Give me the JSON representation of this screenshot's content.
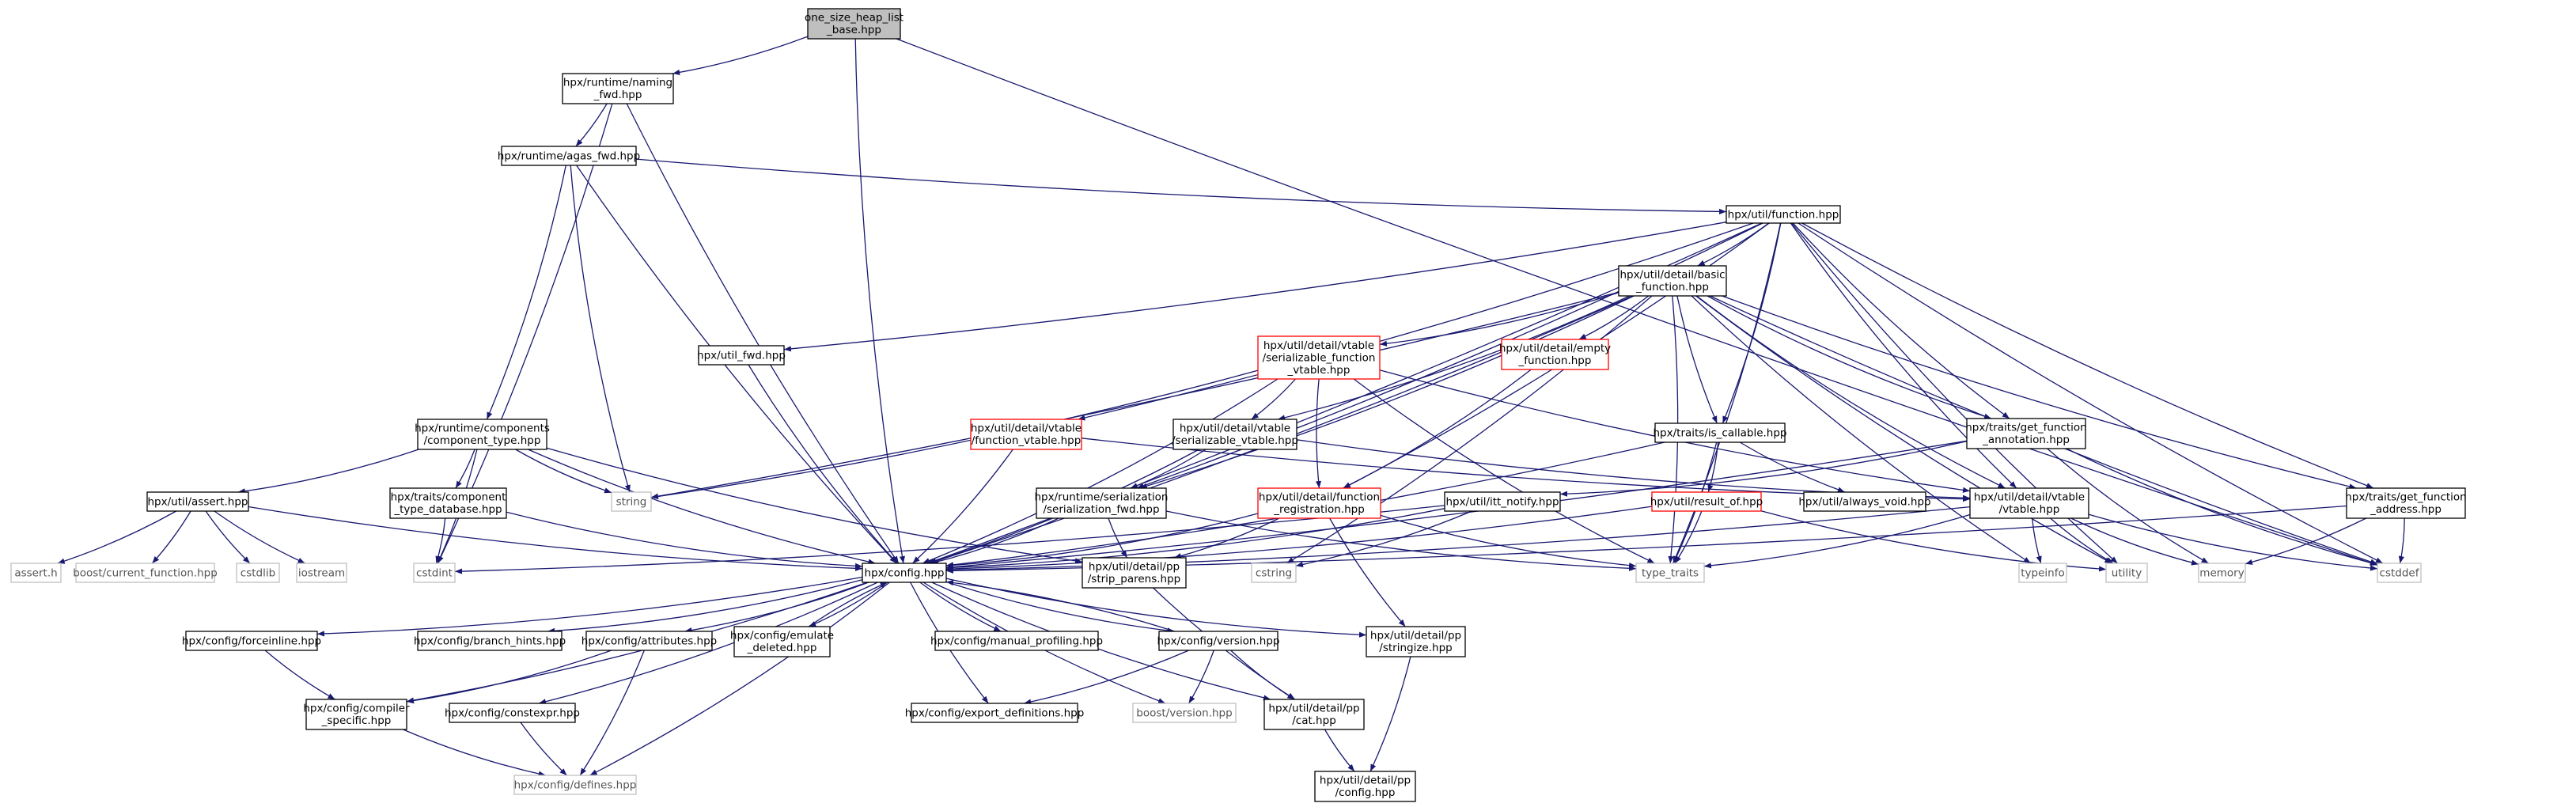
{
  "colors": {
    "edge": "#191970",
    "node_border": "#000000",
    "node_border_external": "#bfbfbf",
    "node_border_truncated": "#ff0000",
    "node_fill": "#ffffff",
    "root_fill": "#bfbfbf",
    "text": "#000000",
    "text_external": "#555555"
  },
  "nodes": [
    {
      "id": "root",
      "lines": [
        "one_size_heap_list",
        "_base.hpp"
      ],
      "kind": "root"
    },
    {
      "id": "naming_fwd",
      "lines": [
        "hpx/runtime/naming",
        "_fwd.hpp"
      ],
      "kind": "normal"
    },
    {
      "id": "agas_fwd",
      "lines": [
        "hpx/runtime/agas_fwd.hpp"
      ],
      "kind": "normal"
    },
    {
      "id": "function",
      "lines": [
        "hpx/util/function.hpp"
      ],
      "kind": "normal"
    },
    {
      "id": "basic_function",
      "lines": [
        "hpx/util/detail/basic",
        "_function.hpp"
      ],
      "kind": "normal"
    },
    {
      "id": "util_fwd",
      "lines": [
        "hpx/util_fwd.hpp"
      ],
      "kind": "normal"
    },
    {
      "id": "ser_func_vtable",
      "lines": [
        "hpx/util/detail/vtable",
        "/serializable_function",
        "_vtable.hpp"
      ],
      "kind": "truncated"
    },
    {
      "id": "empty_function",
      "lines": [
        "hpx/util/detail/empty",
        "_function.hpp"
      ],
      "kind": "truncated"
    },
    {
      "id": "component_type",
      "lines": [
        "hpx/runtime/components",
        "/component_type.hpp"
      ],
      "kind": "normal"
    },
    {
      "id": "function_vtable",
      "lines": [
        "hpx/util/detail/vtable",
        "/function_vtable.hpp"
      ],
      "kind": "truncated"
    },
    {
      "id": "ser_vtable",
      "lines": [
        "hpx/util/detail/vtable",
        "/serializable_vtable.hpp"
      ],
      "kind": "normal"
    },
    {
      "id": "is_callable",
      "lines": [
        "hpx/traits/is_callable.hpp"
      ],
      "kind": "normal"
    },
    {
      "id": "get_func_annot",
      "lines": [
        "hpx/traits/get_function",
        "_annotation.hpp"
      ],
      "kind": "normal"
    },
    {
      "id": "assert",
      "lines": [
        "hpx/util/assert.hpp"
      ],
      "kind": "normal"
    },
    {
      "id": "comp_type_db",
      "lines": [
        "hpx/traits/component",
        "_type_database.hpp"
      ],
      "kind": "normal"
    },
    {
      "id": "string",
      "lines": [
        "string"
      ],
      "kind": "external"
    },
    {
      "id": "ser_fwd",
      "lines": [
        "hpx/runtime/serialization",
        "/serialization_fwd.hpp"
      ],
      "kind": "normal"
    },
    {
      "id": "func_registration",
      "lines": [
        "hpx/util/detail/function",
        "_registration.hpp"
      ],
      "kind": "truncated"
    },
    {
      "id": "itt_notify",
      "lines": [
        "hpx/util/itt_notify.hpp"
      ],
      "kind": "normal"
    },
    {
      "id": "result_of",
      "lines": [
        "hpx/util/result_of.hpp"
      ],
      "kind": "truncated"
    },
    {
      "id": "always_void",
      "lines": [
        "hpx/util/always_void.hpp"
      ],
      "kind": "normal"
    },
    {
      "id": "vtable",
      "lines": [
        "hpx/util/detail/vtable",
        "/vtable.hpp"
      ],
      "kind": "normal"
    },
    {
      "id": "get_func_addr",
      "lines": [
        "hpx/traits/get_function",
        "_address.hpp"
      ],
      "kind": "normal"
    },
    {
      "id": "assert_h",
      "lines": [
        "assert.h"
      ],
      "kind": "external"
    },
    {
      "id": "boost_cur_func",
      "lines": [
        "boost/current_function.hpp"
      ],
      "kind": "external"
    },
    {
      "id": "cstdlib",
      "lines": [
        "cstdlib"
      ],
      "kind": "external"
    },
    {
      "id": "iostream",
      "lines": [
        "iostream"
      ],
      "kind": "external"
    },
    {
      "id": "cstdint",
      "lines": [
        "cstdint"
      ],
      "kind": "external"
    },
    {
      "id": "config",
      "lines": [
        "hpx/config.hpp"
      ],
      "kind": "normal"
    },
    {
      "id": "strip_parens",
      "lines": [
        "hpx/util/detail/pp",
        "/strip_parens.hpp"
      ],
      "kind": "normal"
    },
    {
      "id": "cstring",
      "lines": [
        "cstring"
      ],
      "kind": "external"
    },
    {
      "id": "type_traits",
      "lines": [
        "type_traits"
      ],
      "kind": "external"
    },
    {
      "id": "typeinfo",
      "lines": [
        "typeinfo"
      ],
      "kind": "external"
    },
    {
      "id": "utility",
      "lines": [
        "utility"
      ],
      "kind": "external"
    },
    {
      "id": "memory",
      "lines": [
        "memory"
      ],
      "kind": "external"
    },
    {
      "id": "cstddef",
      "lines": [
        "cstddef"
      ],
      "kind": "external"
    },
    {
      "id": "forceinline",
      "lines": [
        "hpx/config/forceinline.hpp"
      ],
      "kind": "normal"
    },
    {
      "id": "branch_hints",
      "lines": [
        "hpx/config/branch_hints.hpp"
      ],
      "kind": "normal"
    },
    {
      "id": "attributes",
      "lines": [
        "hpx/config/attributes.hpp"
      ],
      "kind": "normal"
    },
    {
      "id": "emulate_deleted",
      "lines": [
        "hpx/config/emulate",
        "_deleted.hpp"
      ],
      "kind": "normal"
    },
    {
      "id": "manual_profiling",
      "lines": [
        "hpx/config/manual_profiling.hpp"
      ],
      "kind": "normal"
    },
    {
      "id": "version",
      "lines": [
        "hpx/config/version.hpp"
      ],
      "kind": "normal"
    },
    {
      "id": "stringize",
      "lines": [
        "hpx/util/detail/pp",
        "/stringize.hpp"
      ],
      "kind": "normal"
    },
    {
      "id": "compiler_specific",
      "lines": [
        "hpx/config/compiler",
        "_specific.hpp"
      ],
      "kind": "normal"
    },
    {
      "id": "constexpr",
      "lines": [
        "hpx/config/constexpr.hpp"
      ],
      "kind": "normal"
    },
    {
      "id": "export_defs",
      "lines": [
        "hpx/config/export_definitions.hpp"
      ],
      "kind": "normal"
    },
    {
      "id": "boost_version",
      "lines": [
        "boost/version.hpp"
      ],
      "kind": "external"
    },
    {
      "id": "pp_cat",
      "lines": [
        "hpx/util/detail/pp",
        "/cat.hpp"
      ],
      "kind": "normal"
    },
    {
      "id": "defines",
      "lines": [
        "hpx/config/defines.hpp"
      ],
      "kind": "external"
    },
    {
      "id": "pp_config",
      "lines": [
        "hpx/util/detail/pp",
        "/config.hpp"
      ],
      "kind": "normal"
    }
  ],
  "edges": [
    [
      "root",
      "naming_fwd"
    ],
    [
      "root",
      "config"
    ],
    [
      "root",
      "cstddef"
    ],
    [
      "naming_fwd",
      "agas_fwd"
    ],
    [
      "naming_fwd",
      "config"
    ],
    [
      "naming_fwd",
      "cstdint"
    ],
    [
      "agas_fwd",
      "function"
    ],
    [
      "agas_fwd",
      "component_type"
    ],
    [
      "agas_fwd",
      "config"
    ],
    [
      "agas_fwd",
      "string"
    ],
    [
      "function",
      "basic_function"
    ],
    [
      "function",
      "util_fwd"
    ],
    [
      "function",
      "function_vtable"
    ],
    [
      "function",
      "ser_fwd"
    ],
    [
      "function",
      "func_registration"
    ],
    [
      "function",
      "is_callable"
    ],
    [
      "function",
      "get_func_annot"
    ],
    [
      "function",
      "vtable"
    ],
    [
      "function",
      "get_func_addr"
    ],
    [
      "function",
      "config"
    ],
    [
      "function",
      "utility"
    ],
    [
      "function",
      "cstddef"
    ],
    [
      "function",
      "type_traits"
    ],
    [
      "basic_function",
      "ser_func_vtable"
    ],
    [
      "basic_function",
      "empty_function"
    ],
    [
      "basic_function",
      "ser_vtable"
    ],
    [
      "basic_function",
      "ser_fwd"
    ],
    [
      "basic_function",
      "is_callable"
    ],
    [
      "basic_function",
      "get_func_annot"
    ],
    [
      "basic_function",
      "vtable"
    ],
    [
      "basic_function",
      "get_func_addr"
    ],
    [
      "basic_function",
      "config"
    ],
    [
      "basic_function",
      "string"
    ],
    [
      "basic_function",
      "cstring"
    ],
    [
      "basic_function",
      "type_traits"
    ],
    [
      "basic_function",
      "utility"
    ],
    [
      "basic_function",
      "cstddef"
    ],
    [
      "basic_function",
      "typeinfo"
    ],
    [
      "util_fwd",
      "config"
    ],
    [
      "ser_func_vtable",
      "ser_vtable"
    ],
    [
      "ser_func_vtable",
      "func_registration"
    ],
    [
      "ser_func_vtable",
      "vtable"
    ],
    [
      "ser_func_vtable",
      "config"
    ],
    [
      "ser_func_vtable",
      "string"
    ],
    [
      "ser_func_vtable",
      "type_traits"
    ],
    [
      "empty_function",
      "func_registration"
    ],
    [
      "component_type",
      "assert"
    ],
    [
      "component_type",
      "comp_type_db"
    ],
    [
      "component_type",
      "config"
    ],
    [
      "component_type",
      "string"
    ],
    [
      "component_type",
      "cstdint"
    ],
    [
      "component_type",
      "strip_parens"
    ],
    [
      "function_vtable",
      "config"
    ],
    [
      "function_vtable",
      "vtable"
    ],
    [
      "ser_vtable",
      "ser_fwd"
    ],
    [
      "ser_vtable",
      "vtable"
    ],
    [
      "ser_vtable",
      "config"
    ],
    [
      "is_callable",
      "result_of"
    ],
    [
      "is_callable",
      "always_void"
    ],
    [
      "is_callable",
      "config"
    ],
    [
      "is_callable",
      "type_traits"
    ],
    [
      "get_func_annot",
      "itt_notify"
    ],
    [
      "get_func_annot",
      "config"
    ],
    [
      "get_func_annot",
      "memory"
    ],
    [
      "get_func_annot",
      "cstddef"
    ],
    [
      "assert",
      "assert_h"
    ],
    [
      "assert",
      "boost_cur_func"
    ],
    [
      "assert",
      "cstdlib"
    ],
    [
      "assert",
      "iostream"
    ],
    [
      "assert",
      "config"
    ],
    [
      "comp_type_db",
      "config"
    ],
    [
      "comp_type_db",
      "cstdint"
    ],
    [
      "ser_fwd",
      "config"
    ],
    [
      "ser_fwd",
      "strip_parens"
    ],
    [
      "ser_fwd",
      "type_traits"
    ],
    [
      "func_registration",
      "config"
    ],
    [
      "func_registration",
      "stringize"
    ],
    [
      "func_registration",
      "strip_parens"
    ],
    [
      "func_registration",
      "type_traits"
    ],
    [
      "itt_notify",
      "config"
    ],
    [
      "itt_notify",
      "cstdint"
    ],
    [
      "itt_notify",
      "cstring"
    ],
    [
      "result_of",
      "config"
    ],
    [
      "result_of",
      "type_traits"
    ],
    [
      "result_of",
      "utility"
    ],
    [
      "vtable",
      "config"
    ],
    [
      "vtable",
      "typeinfo"
    ],
    [
      "vtable",
      "type_traits"
    ],
    [
      "vtable",
      "utility"
    ],
    [
      "vtable",
      "memory"
    ],
    [
      "vtable",
      "cstddef"
    ],
    [
      "get_func_addr",
      "config"
    ],
    [
      "get_func_addr",
      "cstddef"
    ],
    [
      "get_func_addr",
      "memory"
    ],
    [
      "config",
      "forceinline"
    ],
    [
      "config",
      "branch_hints"
    ],
    [
      "config",
      "attributes"
    ],
    [
      "config",
      "emulate_deleted"
    ],
    [
      "config",
      "manual_profiling"
    ],
    [
      "config",
      "version"
    ],
    [
      "config",
      "stringize"
    ],
    [
      "config",
      "compiler_specific"
    ],
    [
      "config",
      "constexpr"
    ],
    [
      "config",
      "export_defs"
    ],
    [
      "config",
      "boost_version"
    ],
    [
      "config",
      "pp_cat"
    ],
    [
      "config",
      "defines"
    ],
    [
      "emulate_deleted",
      "config"
    ],
    [
      "version",
      "config"
    ],
    [
      "forceinline",
      "compiler_specific"
    ],
    [
      "attributes",
      "compiler_specific"
    ],
    [
      "attributes",
      "defines"
    ],
    [
      "compiler_specific",
      "defines"
    ],
    [
      "constexpr",
      "defines"
    ],
    [
      "version",
      "export_defs"
    ],
    [
      "version",
      "boost_version"
    ],
    [
      "version",
      "pp_cat"
    ],
    [
      "strip_parens",
      "pp_cat"
    ],
    [
      "stringize",
      "pp_config"
    ],
    [
      "pp_cat",
      "pp_config"
    ]
  ]
}
